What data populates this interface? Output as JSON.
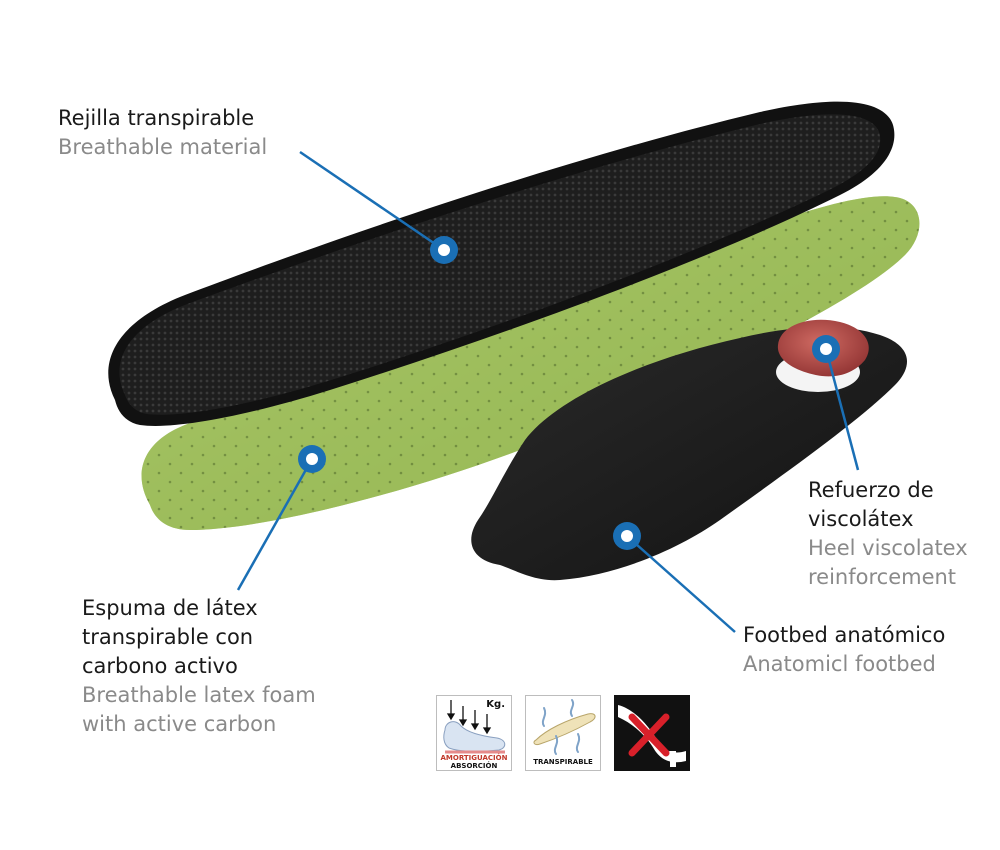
{
  "labels": {
    "breathable_material": {
      "es": "Rejilla transpirable",
      "en": "Breathable material"
    },
    "latex_foam": {
      "es": "Espuma de látex\ntranspirable con\ncarbono activo",
      "en": "Breathable latex foam\nwith  active carbon"
    },
    "heel_reinforcement": {
      "es": "Refuerzo de\nviscolátex",
      "en": "Heel viscolatex\nreinforcement"
    },
    "footbed": {
      "es": "Footbed anatómico",
      "en": "Anatomicl footbed"
    }
  },
  "icons": {
    "shock_absorption": {
      "weight": "Kg.",
      "line1": "AMORTIGUACIÓN",
      "line2": "ABSORCIÓN",
      "icon": "foot-pressure-icon"
    },
    "breathable": {
      "caption": "TRANSPIRABLE",
      "icon": "airflow-insole-icon"
    },
    "no_heel": {
      "icon": "no-high-heel-icon"
    }
  },
  "colors": {
    "marker": "#1a6fb5",
    "leader": "#1a6fb5",
    "top_layer": "#1c1c1c",
    "foam_layer": "#9cbd5a",
    "heel_pad": "#b54848",
    "cross": "#d8202a"
  }
}
